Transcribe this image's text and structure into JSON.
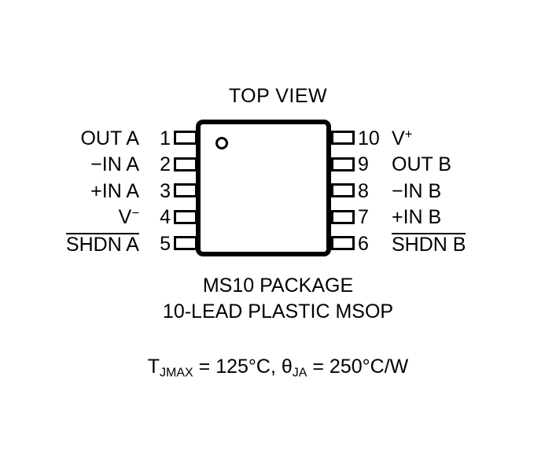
{
  "diagram": {
    "title": "TOP VIEW",
    "package_name": "MS10 PACKAGE",
    "package_desc": "10-LEAD PLASTIC MSOP",
    "pin1_indicator": "pin1-dot",
    "thermal": {
      "tj_symbol": "T",
      "tj_subscript": "JMAX",
      "tj_eq": " = 125°C, ",
      "theta_symbol": "θ",
      "theta_subscript": "JA",
      "theta_eq": " = 250°C/W"
    },
    "left_pins": [
      {
        "number": "1",
        "name": "OUT A",
        "overline": false
      },
      {
        "number": "2",
        "name": "−IN A",
        "overline": false
      },
      {
        "number": "3",
        "name": "+IN A",
        "overline": false
      },
      {
        "number": "4",
        "name": "V",
        "sign": "−",
        "overline": false
      },
      {
        "number": "5",
        "name": "SHDN A",
        "overline": true
      }
    ],
    "right_pins": [
      {
        "number": "10",
        "name": "V",
        "sign": "+",
        "overline": false
      },
      {
        "number": "9",
        "name": "OUT B",
        "overline": false
      },
      {
        "number": "8",
        "name": "−IN B",
        "overline": false
      },
      {
        "number": "7",
        "name": "+IN B",
        "overline": false
      },
      {
        "number": "6",
        "name": "SHDN B",
        "overline": true
      }
    ],
    "colors": {
      "ink": "#000000",
      "background": "#ffffff"
    }
  }
}
